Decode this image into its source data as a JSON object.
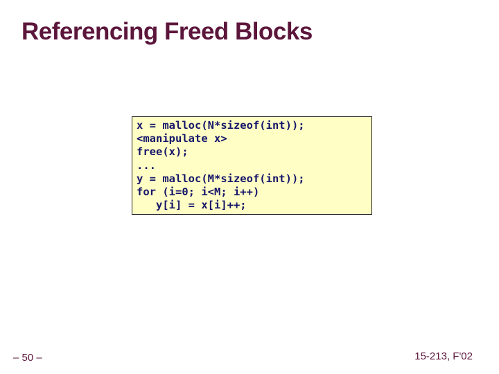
{
  "slide": {
    "title": "Referencing Freed Blocks",
    "code_block": {
      "lines": [
        "x = malloc(N*sizeof(int));",
        "<manipulate x>",
        "free(x);",
        "...",
        "y = malloc(M*sizeof(int));",
        "for (i=0; i<M; i++)",
        "   y[i] = x[i]++;"
      ]
    },
    "footer": {
      "page_number": "– 50 –",
      "course_label": "15-213, F'02"
    },
    "colors": {
      "background": "#FFFFFF",
      "title_text": "#5C163B",
      "footer_text": "#5C163B",
      "code_text": "#15156A",
      "code_background": "#FFFFC5",
      "code_border": "#1A1A1A"
    }
  }
}
